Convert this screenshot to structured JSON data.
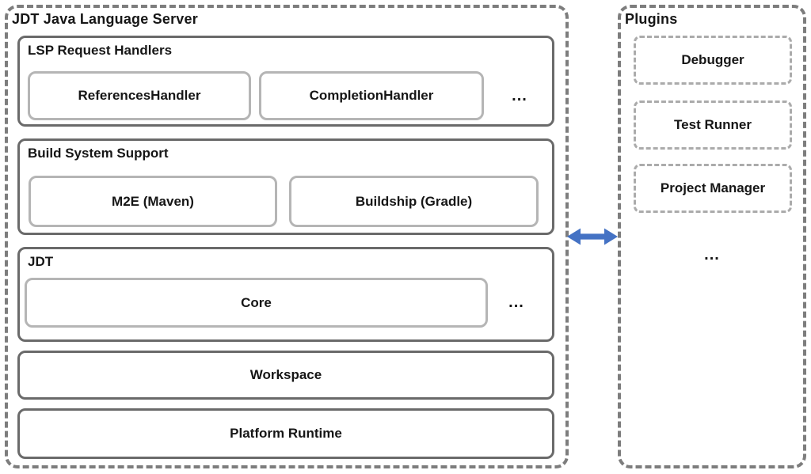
{
  "server": {
    "title": "JDT Java Language Server",
    "sections": {
      "lsp": {
        "title": "LSP Request Handlers",
        "items": [
          "ReferencesHandler",
          "CompletionHandler"
        ],
        "more": "..."
      },
      "build": {
        "title": "Build System Support",
        "items": [
          "M2E (Maven)",
          "Buildship (Gradle)"
        ]
      },
      "jdt": {
        "title": "JDT",
        "items": [
          "Core"
        ],
        "more": "..."
      }
    },
    "workspace_label": "Workspace",
    "platform_label": "Platform Runtime"
  },
  "plugins": {
    "title": "Plugins",
    "items": [
      "Debugger",
      "Test Runner",
      "Project Manager"
    ],
    "more": "..."
  },
  "colors": {
    "arrow_blue": "#4472C4",
    "outer_dash_gray": "#7D7D7D",
    "section_border_gray": "#6A6A6A",
    "item_border_gray": "#B5B5B5",
    "plugin_dash_gray": "#ABABAB"
  }
}
